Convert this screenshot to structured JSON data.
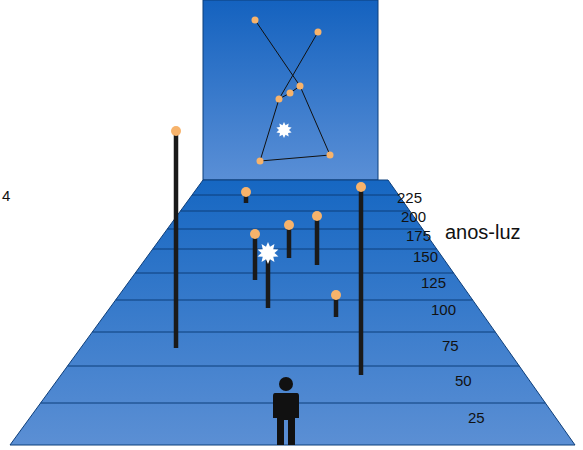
{
  "diagram": {
    "labels": [
      "4",
      "225",
      "200",
      "175",
      "150",
      "125",
      "100",
      "75",
      "50",
      "25",
      "anos-luz"
    ]
  }
}
